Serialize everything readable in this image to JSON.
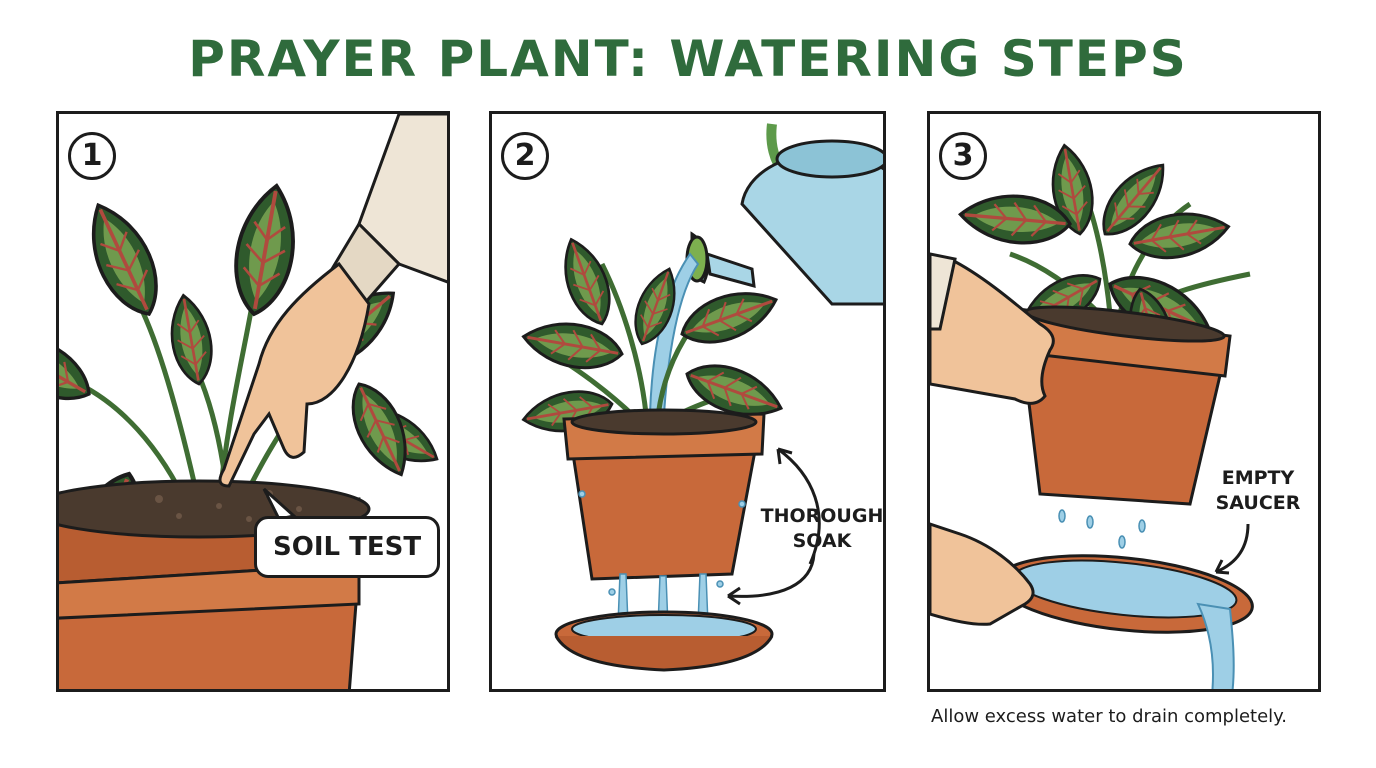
{
  "title": "PRAYER PLANT: WATERING STEPS",
  "panels": [
    {
      "step": "1",
      "callout": "SOIL TEST"
    },
    {
      "step": "2",
      "label": "THOROUGH\nSOAK"
    },
    {
      "step": "3",
      "label": "EMPTY\nSAUCER"
    }
  ],
  "caption": "Allow excess water to drain completely.",
  "colors": {
    "title": "#2f6b3c",
    "terracotta": "#c8693a",
    "leaf_dark": "#2f5a2c",
    "leaf_light": "#6f9a4d",
    "leaf_vein": "#b04a3e",
    "water": "#9ecfe6",
    "skin": "#f0c39a",
    "sleeve": "#eee5d6",
    "watering_can": "#a9d6e6"
  }
}
